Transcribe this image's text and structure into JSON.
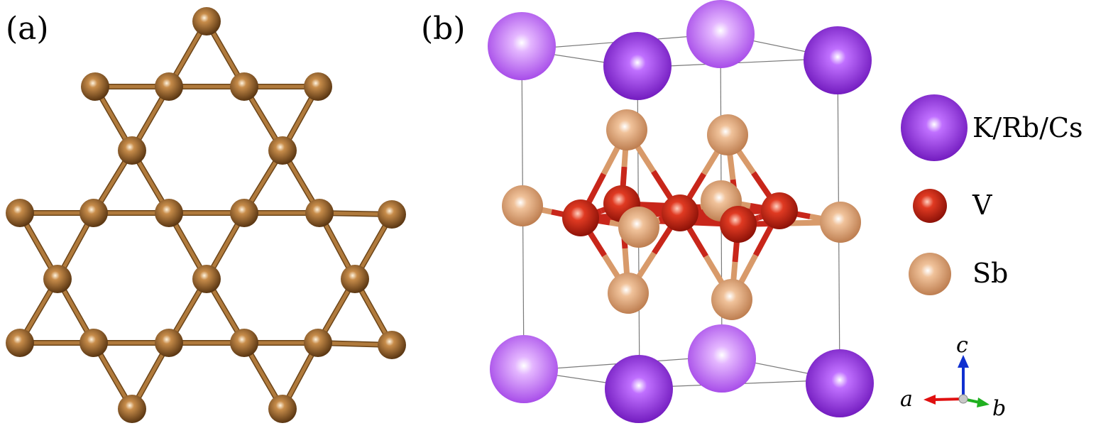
{
  "panel_labels": {
    "a": "(a)",
    "b": "(b)"
  },
  "legend": {
    "items": [
      {
        "label": "K/Rb/Cs",
        "color": "#8a2be2"
      },
      {
        "label": "V",
        "color": "#d62a1a"
      },
      {
        "label": "Sb",
        "color": "#d89a6a"
      }
    ]
  },
  "axes": {
    "a": "a",
    "b": "b",
    "c": "c"
  },
  "colors": {
    "kagome_atom": "#9a6428",
    "kagome_bond": "#b07a3c",
    "alkali_light": "#b45cf0",
    "alkali_dark": "#7a1fc6",
    "vanadium": "#d62a1a",
    "antimony": "#d89a6a",
    "cell_line": "#7a7a7a",
    "axis_a": "#e01010",
    "axis_b": "#20b020",
    "axis_c": "#1030d0"
  }
}
